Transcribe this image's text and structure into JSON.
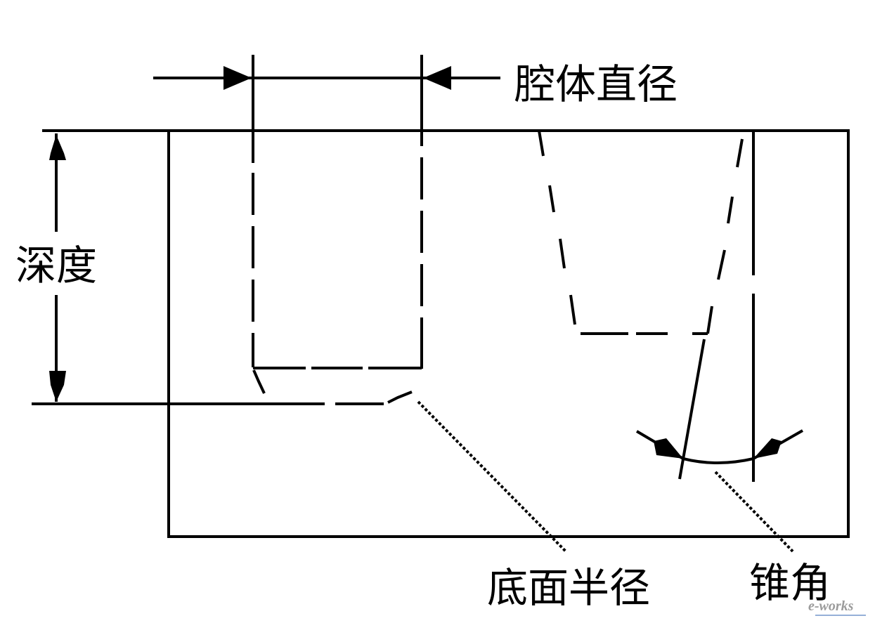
{
  "labels": {
    "cavity_diameter": "腔体直径",
    "depth": "深度",
    "bottom_radius": "底面半径",
    "taper_angle": "锥角"
  },
  "watermark": {
    "text": "e-works",
    "accent_color": "#e07a1f",
    "text_color": "#8a8a8a"
  },
  "colors": {
    "line": "#000000",
    "background": "#ffffff"
  }
}
